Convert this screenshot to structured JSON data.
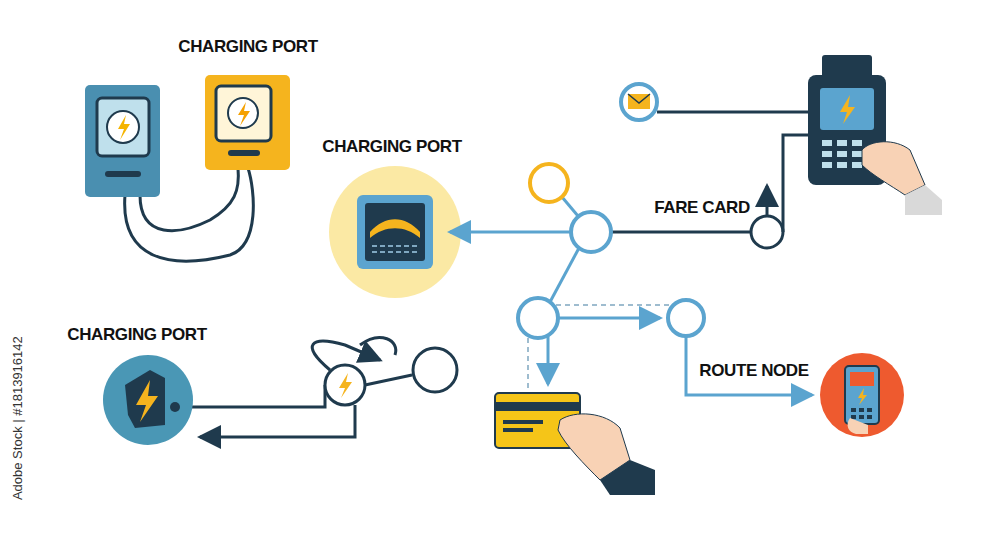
{
  "diagram": {
    "labels": [
      "CHARGING PORT",
      "CHARGING PORT",
      "FARE CARD",
      "CHARGING PORT",
      "ROUTE NODE",
      "Adobe Stock | #1813916142"
    ]
  }
}
